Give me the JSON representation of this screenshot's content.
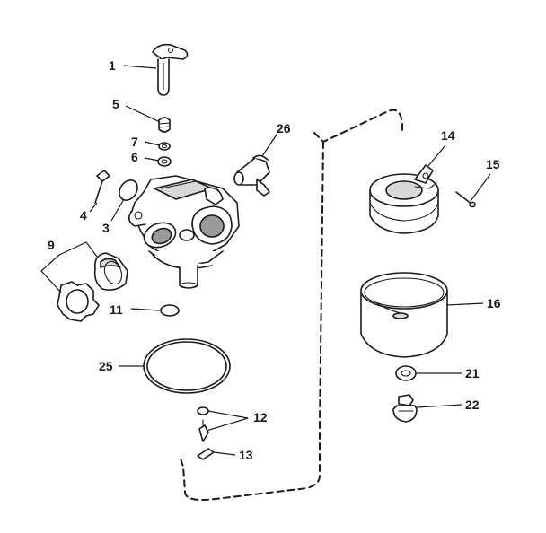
{
  "labels": {
    "p1": "1",
    "p5": "5",
    "p7": "7",
    "p6": "6",
    "p4": "4",
    "p3": "3",
    "p9": "9",
    "p26": "26",
    "p11": "11",
    "p25": "25",
    "p12": "12",
    "p13": "13",
    "p14": "14",
    "p15": "15",
    "p16": "16",
    "p21": "21",
    "p22": "22"
  }
}
